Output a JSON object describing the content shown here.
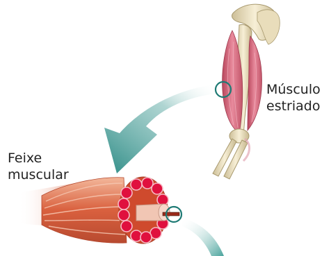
{
  "labels": {
    "muscle_line1": "Músculo",
    "muscle_line2": "estriado",
    "bundle_line1": "Feixe",
    "bundle_line2": "muscular"
  },
  "colors": {
    "arrow": "#2e8c86",
    "highlight_circle": "#1e7a74",
    "muscle": "#d9697e",
    "bone": "#efe3c2",
    "fascicle_outer": "#d8603f",
    "fascicle_inner": "#e0103e"
  }
}
